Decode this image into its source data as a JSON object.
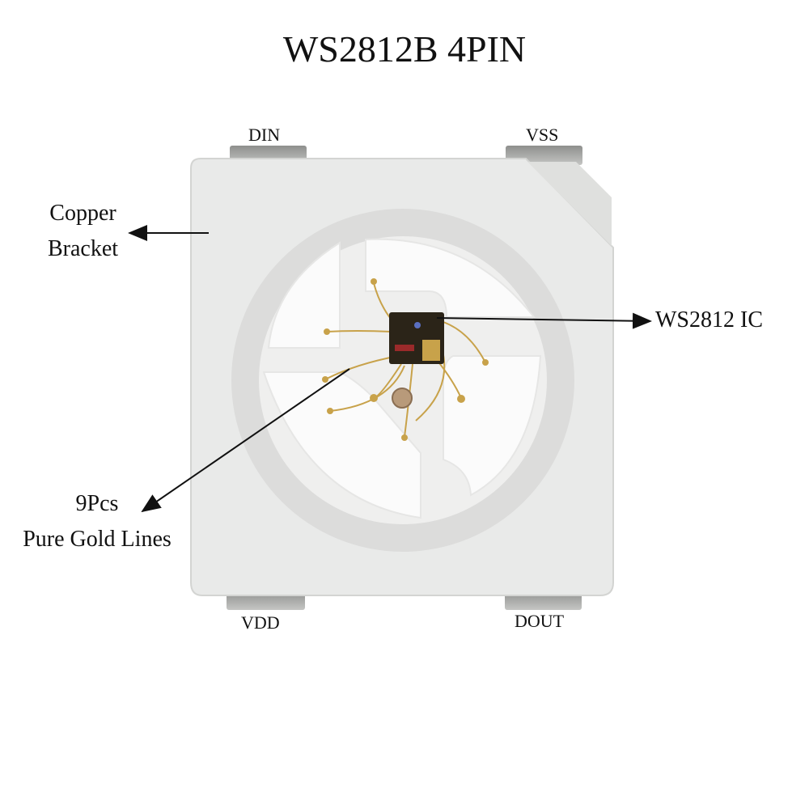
{
  "title": "WS2812B 4PIN",
  "pins": {
    "din": "DIN",
    "vss": "VSS",
    "vdd": "VDD",
    "dout": "DOUT"
  },
  "callouts": {
    "copper_line1": "Copper",
    "copper_line2": "Bracket",
    "ic": "WS2812 IC",
    "gold_line1": "9Pcs",
    "gold_line2": "Pure Gold Lines"
  },
  "colors": {
    "package_body": "#e9eae9",
    "ring": "#dcdcdb",
    "pad": "#fbfbfb",
    "gold_wire": "#c8a24a",
    "chip": "#2b2418",
    "pin_metal": "#a9aaa8"
  }
}
